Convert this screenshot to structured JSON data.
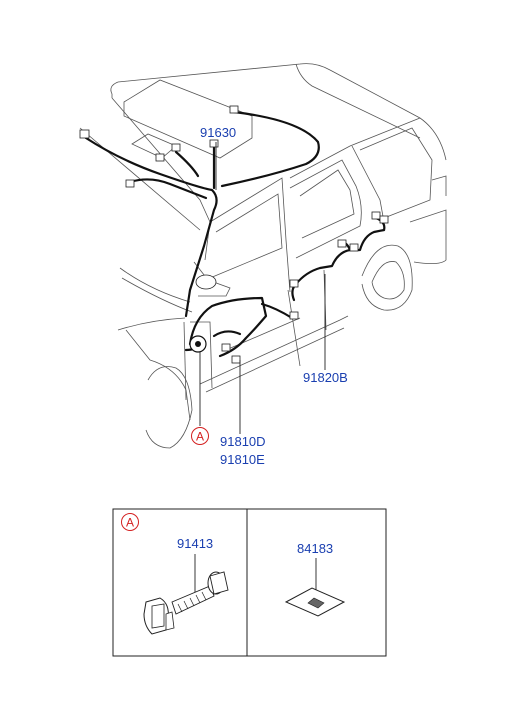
{
  "parts": {
    "roof_harness": "91630",
    "rear_door_harness": "91820B",
    "front_door_harness_1": "91810D",
    "front_door_harness_2": "91810E",
    "grommet_bolt": "91413",
    "plug": "84183"
  },
  "callouts": {
    "ref_main": "A",
    "ref_detail": "A"
  },
  "colors": {
    "label": "#1a3fb0",
    "callout": "#d42020"
  }
}
